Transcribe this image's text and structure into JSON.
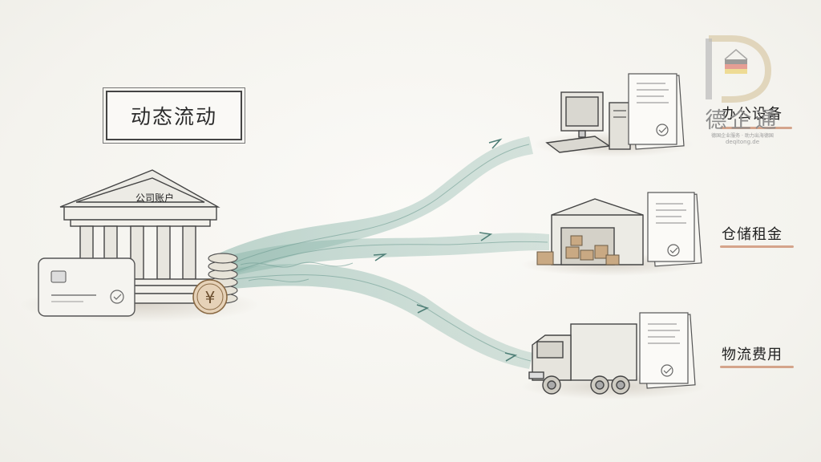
{
  "diagram": {
    "title": "动态流动",
    "source": {
      "sign": "公司账户",
      "currency_symbol": "¥"
    },
    "destinations": [
      {
        "label": "办公设备",
        "icon": "computer-icon"
      },
      {
        "label": "仓储租金",
        "icon": "warehouse-icon"
      },
      {
        "label": "物流费用",
        "icon": "truck-icon"
      }
    ]
  },
  "logo": {
    "name": "德企通",
    "slogan": "德国企业服务 · 助力出海德国",
    "domain": "deqitong.de"
  },
  "colors": {
    "stream": "#8fb8ad",
    "stream_dark": "#5f8f86",
    "underline": "#c98a6a",
    "ink": "#3a3a3a"
  }
}
